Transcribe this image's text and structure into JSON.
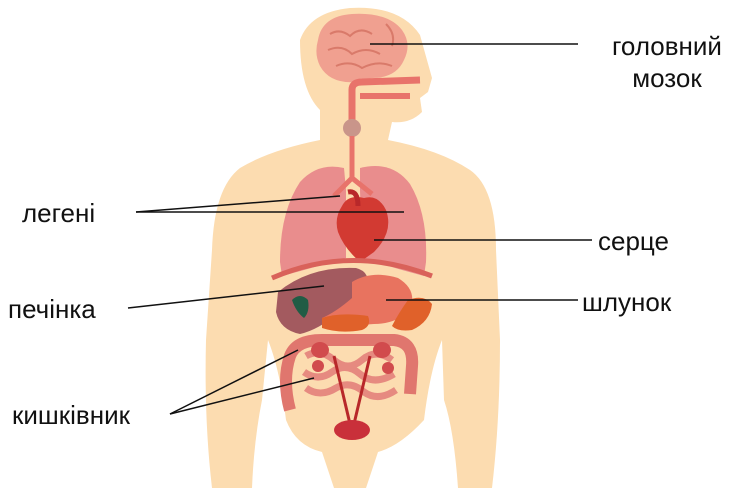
{
  "labels": {
    "brain_line1": "головний",
    "brain_line2": "мозок",
    "lungs": "легені",
    "heart": "серце",
    "liver": "печінка",
    "stomach": "шлунок",
    "intestine": "кишківник"
  },
  "colors": {
    "skin": "#fcdcb0",
    "lungs": "#e98d8d",
    "heart": "#d23a32",
    "liver": "#a35a5f",
    "stomach": "#e8735f",
    "spleen": "#e0612a",
    "intestine": "#e0766e",
    "large_intestine": "#d14b4d",
    "brain": "#f0a090",
    "leader_line": "#111111"
  }
}
